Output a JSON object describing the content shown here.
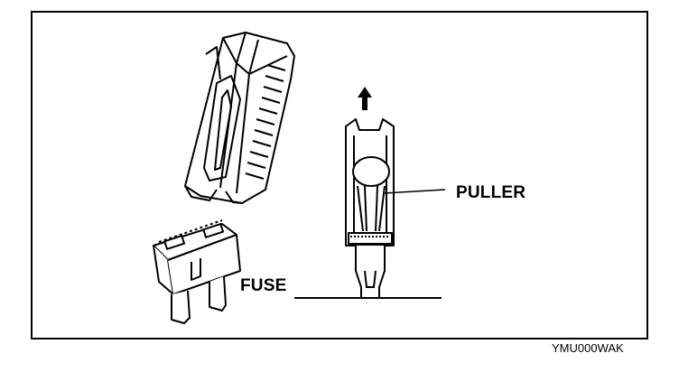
{
  "labels": {
    "puller": "PULLER",
    "fuse": "FUSE"
  },
  "figure_code": "YMU000WAK",
  "icons": [
    "up-arrow-icon"
  ]
}
